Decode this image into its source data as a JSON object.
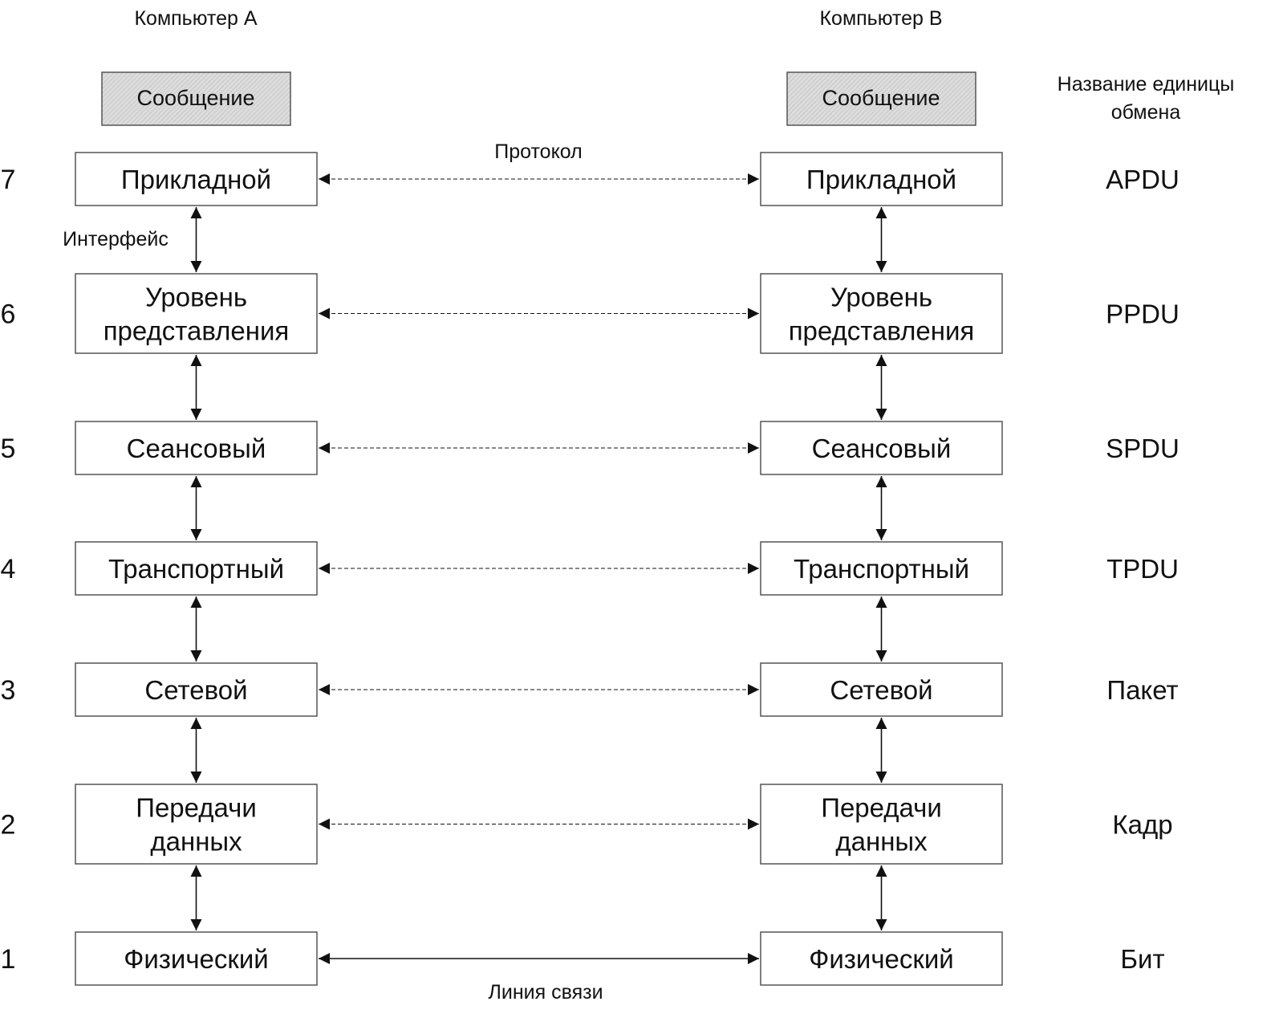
{
  "computers": {
    "a": "Компьютер A",
    "b": "Компьютер B"
  },
  "message_label": "Сообщение",
  "unit_header": {
    "line1": "Название единицы",
    "line2": "обмена"
  },
  "protocol_label": "Протокол",
  "interface_label": "Интерфейс",
  "link_label": "Линия связи",
  "layers": [
    {
      "number": "7",
      "lines": [
        "Прикладной"
      ],
      "unit": "APDU"
    },
    {
      "number": "6",
      "lines": [
        "Уровень",
        "представления"
      ],
      "unit": "PPDU"
    },
    {
      "number": "5",
      "lines": [
        "Сеансовый"
      ],
      "unit": "SPDU"
    },
    {
      "number": "4",
      "lines": [
        "Транспортный"
      ],
      "unit": "TPDU"
    },
    {
      "number": "3",
      "lines": [
        "Сетевой"
      ],
      "unit": "Пакет"
    },
    {
      "number": "2",
      "lines": [
        "Передачи",
        "данных"
      ],
      "unit": "Кадр"
    },
    {
      "number": "1",
      "lines": [
        "Физический"
      ],
      "unit": "Бит"
    }
  ],
  "colors": {
    "stroke": "#555555",
    "line": "#111111",
    "message_fill": "#d9d9d9",
    "text": "#111111"
  }
}
